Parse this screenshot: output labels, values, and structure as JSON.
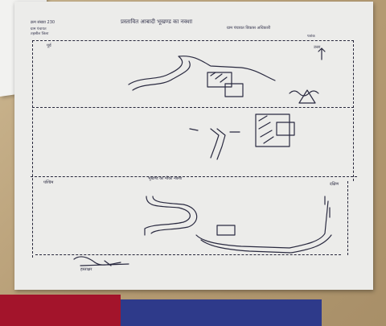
{
  "document": {
    "title": "प्रस्तावित आबादी भूखण्ड का नक्शा",
    "serial": "क्रम संख्या 230",
    "meta_line_1": "ग्राम पंचायत",
    "meta_line_2": "तहसील जिला",
    "reference": "ग्राम पंचायत विकास अधिकारी",
    "subheading": "पत्रांक",
    "section_2_heading": "भूखण्ड का मौका नक्शा",
    "section_1_left_label": "पूर्व",
    "section_1_right_label": "उत्तर",
    "section_3_left_label": "पश्चिम",
    "section_3_right_label": "दक्षिण",
    "signature": "हस्ताक्षर"
  },
  "colors": {
    "ink": "#26263a",
    "paper": "#ececea",
    "table": "#b9a27e",
    "cloth_red": "#a3142b",
    "cloth_blue": "#2e3a8a"
  }
}
